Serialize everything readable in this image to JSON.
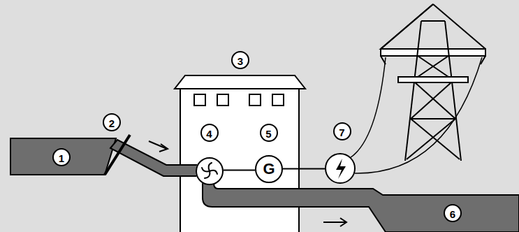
{
  "diagram": {
    "nodes": [
      {
        "text": [
          "4"
        ]
      },
      {
        "text": [
          "5",
          "G"
        ]
      },
      {
        "text": [
          "7"
        ]
      }
    ],
    "edges": [
      {
        "from": 0,
        "to": 1,
        "arrow": "none"
      },
      {
        "from": 1,
        "to": 2,
        "arrow": "none"
      }
    ],
    "labels": [
      "1",
      "2",
      "3",
      "6"
    ]
  }
}
